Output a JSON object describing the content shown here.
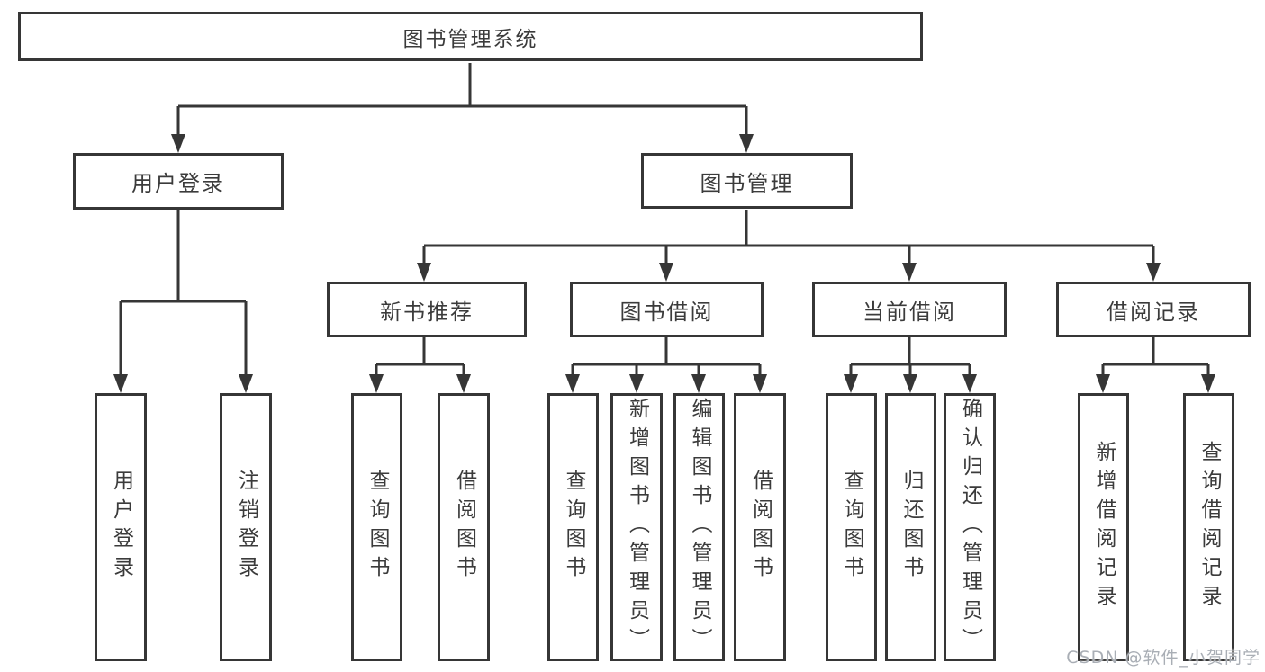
{
  "tree": {
    "root": {
      "label": "图书管理系统"
    },
    "branches": [
      {
        "label": "用户登录"
      },
      {
        "label": "图书管理"
      }
    ],
    "modules": [
      {
        "label": "新书推荐"
      },
      {
        "label": "图书借阅"
      },
      {
        "label": "当前借阅"
      },
      {
        "label": "借阅记录"
      }
    ],
    "leaves": [
      {
        "label": "用户登录"
      },
      {
        "label": "注销登录"
      },
      {
        "label": "查询图书"
      },
      {
        "label": "借阅图书"
      },
      {
        "label": "查询图书"
      },
      {
        "label": "新增图书（管理员）"
      },
      {
        "label": "编辑图书（管理员）"
      },
      {
        "label": "借阅图书"
      },
      {
        "label": "查询图书"
      },
      {
        "label": "归还图书"
      },
      {
        "label": "确认归还（管理员）"
      },
      {
        "label": "新增借阅记录"
      },
      {
        "label": "查询借阅记录"
      }
    ]
  },
  "watermark": "CSDN @软件_小贺同学",
  "colors": {
    "line": "#363636",
    "text": "#3b3b3b",
    "watermark": "#a9aeb5",
    "background": "#ffffff"
  }
}
